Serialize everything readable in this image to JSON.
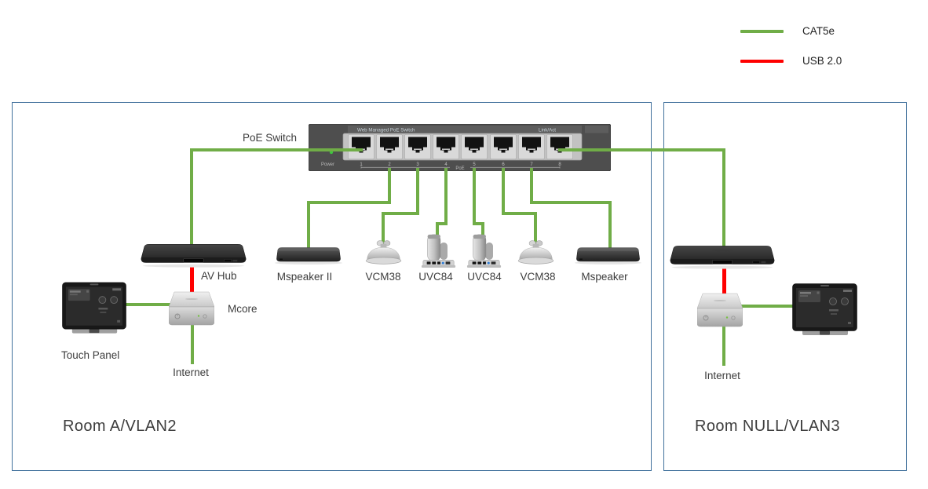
{
  "legend": {
    "items": [
      {
        "label": "CAT5e",
        "color": "#70AD47"
      },
      {
        "label": "USB 2.0",
        "color": "#FF0000"
      }
    ]
  },
  "rooms": [
    {
      "name": "Room A/VLAN2"
    },
    {
      "name": "Room NULL/VLAN3"
    }
  ],
  "poe_switch": {
    "label": "PoE Switch",
    "panel_title": "Web Managed PoE Switch",
    "link_act_label": "Link/Act",
    "power_label": "Power",
    "poe_label": "PoE",
    "ports": [
      "1",
      "2",
      "3",
      "4",
      "5",
      "6",
      "7",
      "8"
    ]
  },
  "room_a": {
    "av_hub_label": "AV Hub",
    "mcore_label": "Mcore",
    "touch_panel_label": "Touch Panel",
    "internet_label": "Internet"
  },
  "peripherals": [
    {
      "label": "Mspeaker II",
      "type": "soundbar"
    },
    {
      "label": "VCM38",
      "type": "ceiling-mic"
    },
    {
      "label": "UVC84",
      "type": "camera"
    },
    {
      "label": "UVC84",
      "type": "camera"
    },
    {
      "label": "VCM38",
      "type": "ceiling-mic"
    },
    {
      "label": "Mspeaker",
      "type": "soundbar"
    }
  ],
  "room_null": {
    "internet_label": "Internet"
  },
  "colors": {
    "cat5e": "#70AD47",
    "usb": "#FF0000",
    "room_border": "#41719C"
  }
}
